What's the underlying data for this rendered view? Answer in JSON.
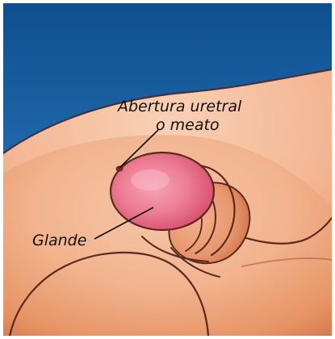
{
  "figure": {
    "labels": {
      "urethral_opening_line1": "Abertura uretral",
      "urethral_opening_line2": "o meato",
      "glans": "Glande"
    },
    "colors": {
      "sky_top": "#0f4f8f",
      "sky_bottom": "#2f86c9",
      "skin_light": "#f2b48f",
      "skin_mid": "#e79464",
      "skin_shadow": "#cf6f49",
      "glans_pink": "#e45f7a",
      "glans_highlight": "#f7a3b5",
      "outline": "#5a2a1e",
      "leader_line": "#111111",
      "border": "#ffffff"
    }
  }
}
